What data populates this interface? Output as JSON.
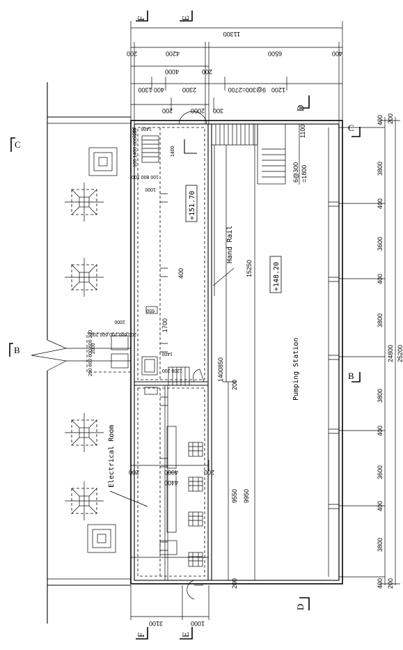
{
  "drawing": {
    "section_markers": {
      "C_left": "C",
      "C_right": "C",
      "B_left": "B",
      "B_right": "B",
      "D_top": "D",
      "D_bottom": "D",
      "E_top": "E",
      "E_bottom": "E",
      "F_top": "F",
      "F_bottom": "F"
    },
    "labels": {
      "hand_rail": "Hand Rail",
      "pumping_station": "Pumping Station",
      "electrical_room": "Electrical Room",
      "elev_upper": "+151.70",
      "elev_lower": "+148.20"
    },
    "dims_top": {
      "overall": "11300",
      "d200a": "200",
      "d4200": "4200",
      "d6500": "6500",
      "d400a": "400",
      "d4000": "4000",
      "d200b": "200",
      "d400_1300": "400 1300",
      "d2300": "2300",
      "d9x300": "9@300=2700",
      "d1200": "1200",
      "d300": "300",
      "d2000": "2000",
      "d200c": "200"
    },
    "dims_bottom": {
      "d200": "200",
      "d4000": "4000",
      "d200b": "200",
      "d4400": "4400",
      "d3100": "3100",
      "d1000": "1000"
    },
    "dims_right": {
      "d400a": "400",
      "d200": "200",
      "d3800a": "3800",
      "d400b": "400",
      "d3600a": "3600",
      "d400c": "400",
      "d3800b": "3800",
      "d3800c": "3800",
      "d400d": "400",
      "d3600b": "3600",
      "d400e": "400",
      "d3800d": "3800",
      "d400f": "400",
      "d200b": "200",
      "d24800": "24800",
      "d25200": "25200"
    },
    "dims_inner": {
      "d1100": "1100",
      "d6x300": "6@300",
      "d1800": "=1800",
      "d15250": "15250",
      "d400": "400",
      "d1700": "1700",
      "d650": "650",
      "d1400a": "1400",
      "d850": "850",
      "d1400b": "1400",
      "d200": "200",
      "d9550": "9550",
      "d9950": "9950",
      "d200b": "200",
      "d1000a": "1000",
      "d1400c": "1400",
      "d1000b": "1000",
      "d1400_800": "100 1400 800 100",
      "d100_800": "100 800 100",
      "d1400d": "1400",
      "d1000c": "1000",
      "d1000d": "1000",
      "d200_600": "200 600 200 600 200",
      "d2000": "2000",
      "d200_600b": "200 600 600 600 200",
      "d1200_200": "1200 200",
      "d1400e": "1400"
    }
  }
}
